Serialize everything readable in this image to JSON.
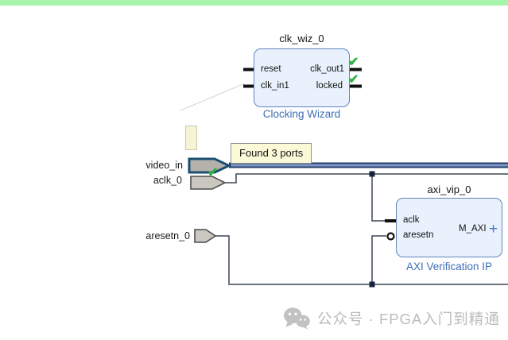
{
  "diagram": {
    "clk_wiz": {
      "title": "clk_wiz_0",
      "subtitle": "Clocking Wizard",
      "pin_reset": "reset",
      "pin_clk_in1": "clk_in1",
      "pin_clk_out1": "clk_out1",
      "pin_locked": "locked"
    },
    "axi_vip": {
      "title": "axi_vip_0",
      "subtitle": "AXI Verification IP",
      "pin_aclk": "aclk",
      "pin_aresetn": "aresetn",
      "interface_m_axi": "M_AXI",
      "expand_glyph": "+"
    },
    "ports": {
      "video_in": "video_in",
      "aclk_0": "aclk_0",
      "aresetn_0": "aresetn_0"
    }
  },
  "tooltip": {
    "text": "Found 3 ports"
  },
  "checkmark_glyph": "✔",
  "watermark": {
    "text": "公众号 · FPGA入门到精通"
  },
  "colors": {
    "accent_green": "#a6f5aa",
    "block_fill": "#e9f2fc",
    "block_border": "#5f83c0",
    "label_blue": "#3f6cb5",
    "wire_thick_dark": "#26406e",
    "wire_thick_light": "#8099c6",
    "net_gray": "#3c4654",
    "junction_dark": "#15233c",
    "check_green": "#2fb344",
    "tooltip_bg": "#fcf9d8",
    "tooltip_border": "#8f8f8f",
    "port_fill": "#cac7c0",
    "port_border": "#4d4d4d",
    "iface_port_border": "#1b4f72",
    "iface_port_fill": "#b5b2ab",
    "watermark_gray": "#bbbbbb",
    "plus_blue": "#4a77c4",
    "pending_line": "#dcdcdc"
  }
}
